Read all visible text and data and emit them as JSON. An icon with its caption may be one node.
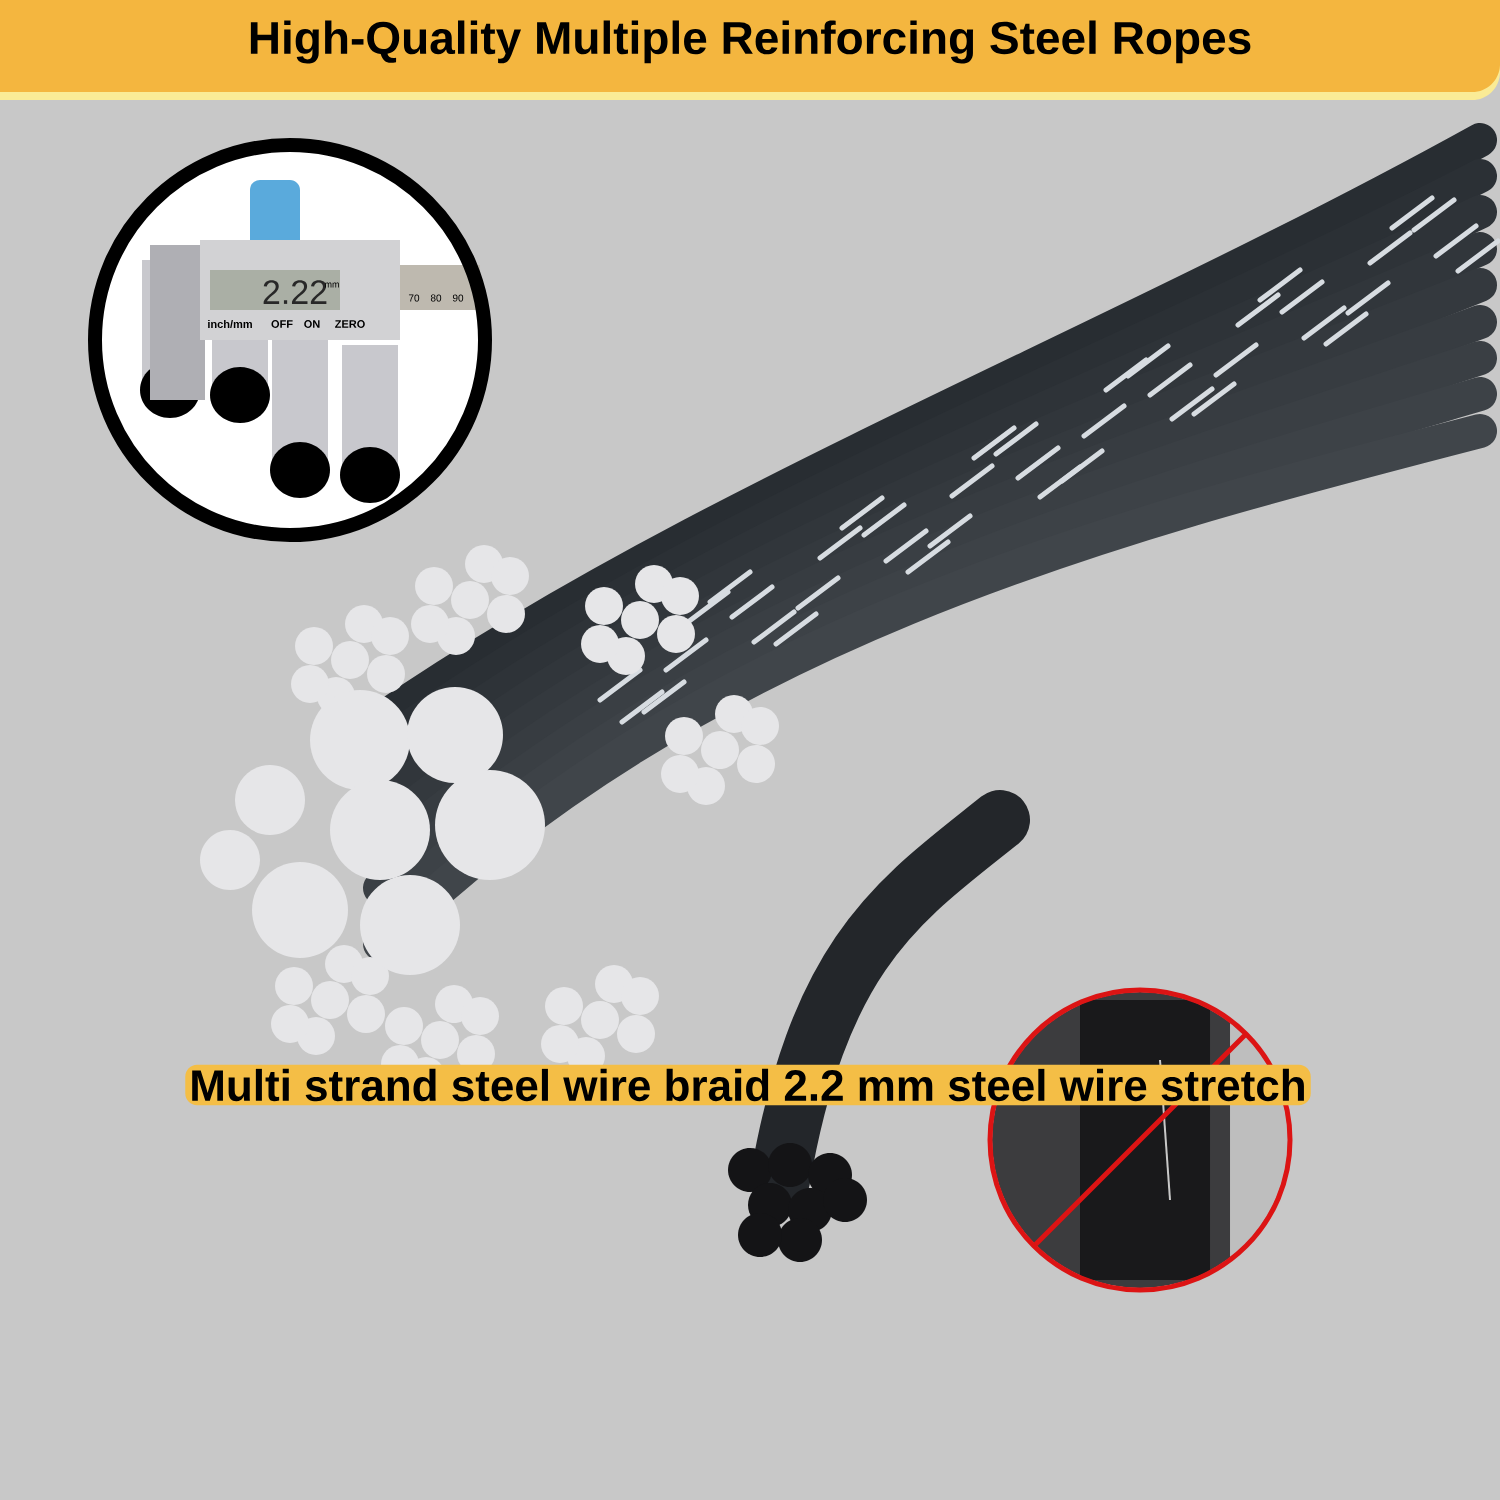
{
  "diagram": {
    "title": "High-Quality Multiple Reinforcing Steel Ropes",
    "caption": "Multi strand steel wire braid 2.2 mm steel wire stretch",
    "labels": [
      "2.22",
      "mm",
      "inch/mm",
      "OFF",
      "ON",
      "ZERO",
      "70",
      "80",
      "90"
    ]
  }
}
